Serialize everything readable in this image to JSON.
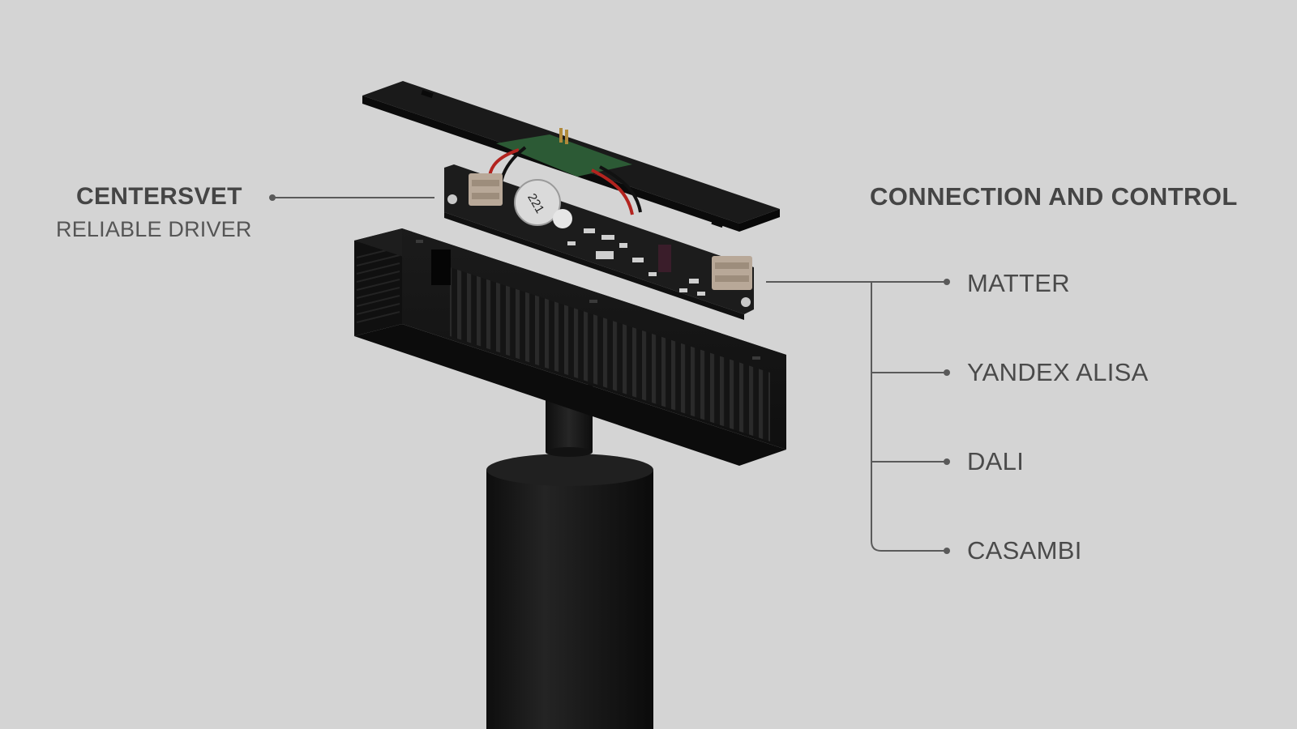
{
  "driver": {
    "brand": "CENTERSVET",
    "subtitle": "RELIABLE DRIVER"
  },
  "control": {
    "heading": "CONNECTION AND CONTROL",
    "options": [
      "MATTER",
      "YANDEX ALISA",
      "DALI",
      "CASAMBI"
    ]
  },
  "pcb": {
    "inductor_marking": "221"
  },
  "colors": {
    "background": "#d4d4d4",
    "text": "#454545",
    "leader_line": "#5a5a5a",
    "housing": "#151515",
    "pcb": "#1c1c1c",
    "pcb_green": "#2c5a35",
    "connector": "#b8a898",
    "wire_red": "#b3241f"
  },
  "icons": [
    "leader-dot-icon",
    "branch-connector-icon"
  ]
}
